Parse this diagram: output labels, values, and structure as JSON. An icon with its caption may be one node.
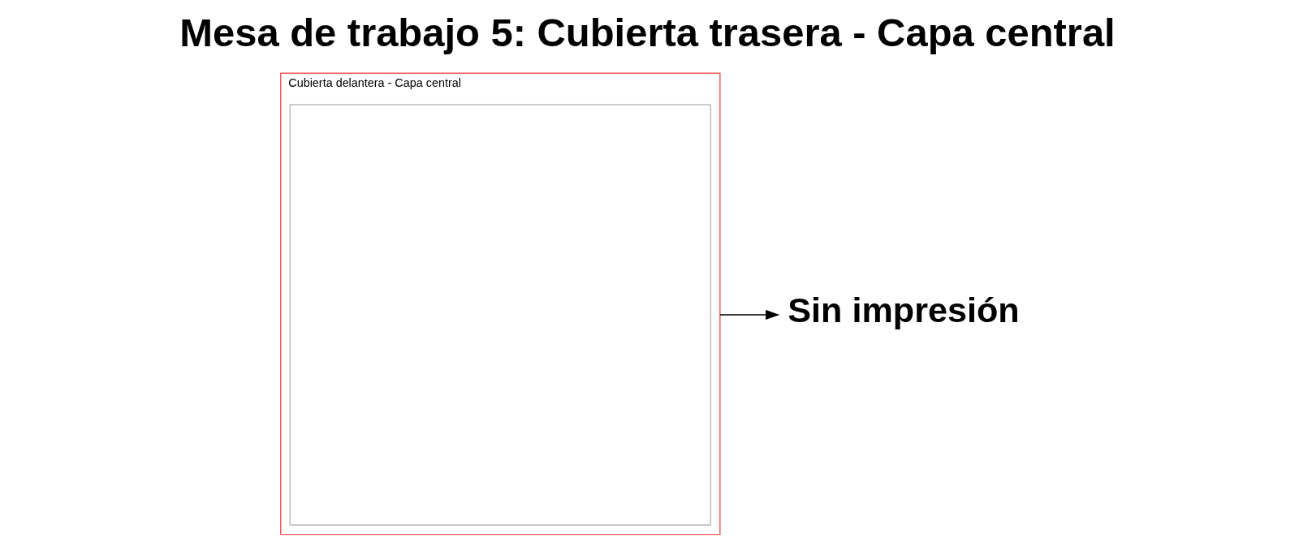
{
  "diagram": {
    "title": "Mesa de trabajo 5: Cubierta trasera - Capa central",
    "nodes": [
      {
        "text": [
          "Cubierta delantera - Capa central"
        ]
      },
      {
        "text": [],
        "shape": "box",
        "in": 0
      },
      {
        "text": [
          "Sin impresión"
        ]
      }
    ],
    "edges": [
      {
        "from": 0,
        "to": 2,
        "arrow": "to"
      }
    ]
  }
}
